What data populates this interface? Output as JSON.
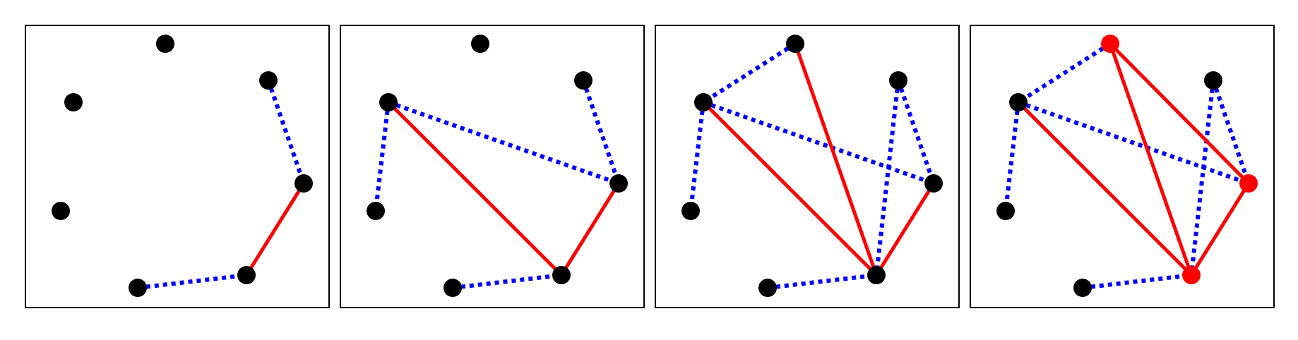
{
  "colors": {
    "solid_edge": "#ff0000",
    "dashed_edge": "#0000ff",
    "node_default": "#000000",
    "node_highlight": "#ff0000",
    "frame": "#000000",
    "background": "#ffffff"
  },
  "nodes": [
    "n1",
    "n2",
    "n3",
    "n4",
    "n5",
    "n6",
    "n7"
  ],
  "panels": [
    {
      "solid_edges": [
        [
          "n6",
          "n5"
        ]
      ],
      "dashed_edges": [
        [
          "n4",
          "n5"
        ],
        [
          "n7",
          "n6"
        ]
      ],
      "highlighted_nodes": []
    },
    {
      "solid_edges": [
        [
          "n6",
          "n5"
        ],
        [
          "n2",
          "n6"
        ]
      ],
      "dashed_edges": [
        [
          "n4",
          "n5"
        ],
        [
          "n7",
          "n6"
        ],
        [
          "n2",
          "n3"
        ],
        [
          "n2",
          "n5"
        ]
      ],
      "highlighted_nodes": []
    },
    {
      "solid_edges": [
        [
          "n6",
          "n5"
        ],
        [
          "n2",
          "n6"
        ],
        [
          "n1",
          "n6"
        ]
      ],
      "dashed_edges": [
        [
          "n4",
          "n5"
        ],
        [
          "n7",
          "n6"
        ],
        [
          "n2",
          "n3"
        ],
        [
          "n2",
          "n5"
        ],
        [
          "n1",
          "n2"
        ],
        [
          "n4",
          "n6"
        ]
      ],
      "highlighted_nodes": []
    },
    {
      "solid_edges": [
        [
          "n6",
          "n5"
        ],
        [
          "n2",
          "n6"
        ],
        [
          "n1",
          "n6"
        ],
        [
          "n1",
          "n5"
        ]
      ],
      "dashed_edges": [
        [
          "n4",
          "n5"
        ],
        [
          "n7",
          "n6"
        ],
        [
          "n2",
          "n3"
        ],
        [
          "n2",
          "n5"
        ],
        [
          "n1",
          "n2"
        ],
        [
          "n4",
          "n6"
        ]
      ],
      "highlighted_nodes": [
        "n1",
        "n5",
        "n6"
      ]
    }
  ]
}
